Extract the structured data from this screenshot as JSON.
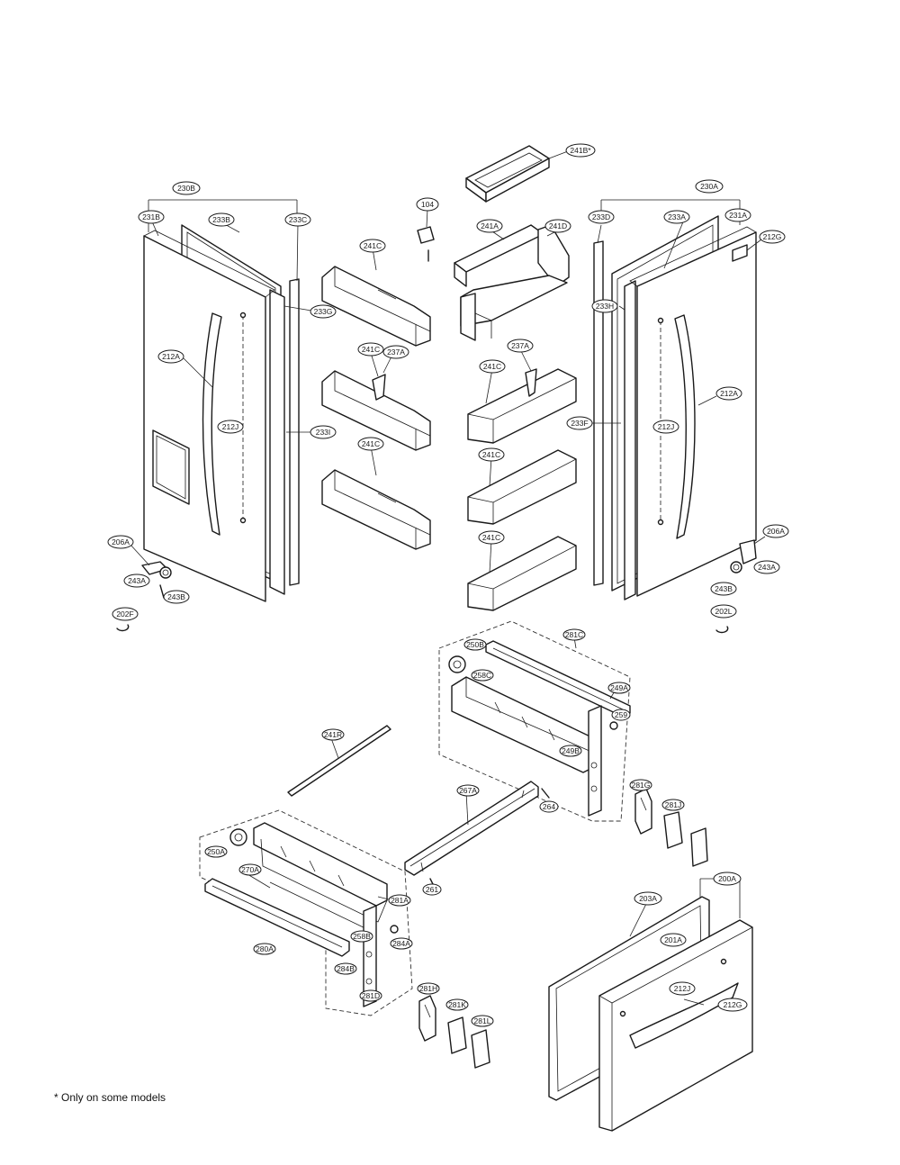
{
  "footnote": "* Only on some models",
  "callouts": {
    "c230B": "230B",
    "c231B": "231B",
    "c233B": "233B",
    "c233C": "233C",
    "c233G": "233G",
    "c233I": "233I",
    "c212A_L": "212A",
    "c212J_L": "212J",
    "c206A_L": "206A",
    "c243A_L": "243A",
    "c243B_L": "243B",
    "c202F": "202F",
    "c104": "104",
    "c241B": "241B*",
    "c241A": "241A",
    "c241D": "241D",
    "c241C_1": "241C",
    "c241C_2": "241C",
    "c241C_3": "241C",
    "c241C_4": "241C",
    "c241C_5": "241C",
    "c241C_6": "241C",
    "c237A_L": "237A",
    "c237A_R": "237A",
    "c230A": "230A",
    "c231A": "231A",
    "c233A": "233A",
    "c233D": "233D",
    "c233H": "233H",
    "c233F": "233F",
    "c212G": "212G",
    "c212A_R": "212A",
    "c212J_R": "212J",
    "c206A_R": "206A",
    "c243A_R": "243A",
    "c243B_R": "243B",
    "c202L": "202L",
    "c250B": "250B",
    "c281C": "281C",
    "c249A": "249A",
    "c249B": "249B",
    "c258C": "258C",
    "c259_U": "259",
    "c267A": "267A",
    "c241R": "241R",
    "c281G": "281G",
    "c281J": "281J",
    "c250A": "250A",
    "c281A": "281A",
    "c270A": "270A",
    "c264": "264",
    "c280A": "280A",
    "c281D": "281D",
    "c284A": "284A",
    "c284B": "284B",
    "c261": "261",
    "c258B": "258B",
    "c281H": "281H",
    "c281K": "281K",
    "c281L": "281L",
    "c200A": "200A",
    "c203A": "203A",
    "c201A": "201A",
    "c212J_B": "212J",
    "c212G_B": "212G"
  }
}
